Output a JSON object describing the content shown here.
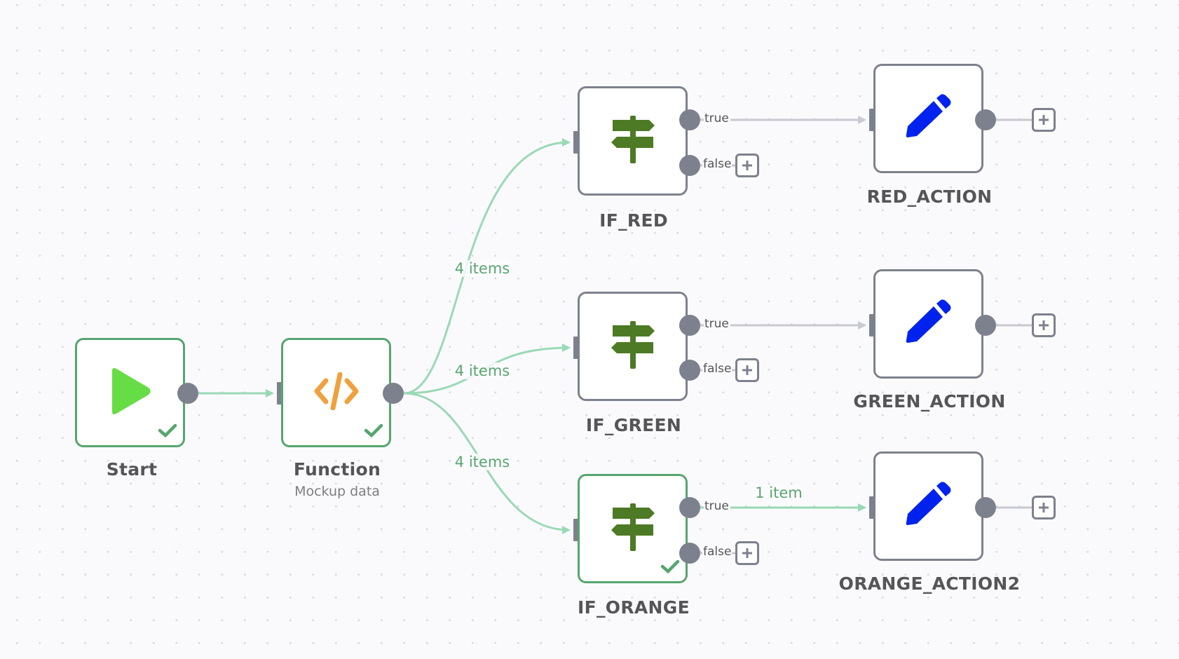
{
  "canvas": {
    "type": "workflow-editor",
    "colors": {
      "background": "#fafafd",
      "grid_dot": "#d7d8de",
      "node_border": "#7d818d",
      "node_border_success": "#56a56e",
      "edge_success": "#9ad9b5",
      "edge_idle": "#c8cad0",
      "edge_label": "#5aa56f",
      "start_icon": "#66dd44",
      "function_icon": "#f0a03c",
      "if_icon": "#4d7a24",
      "set_icon": "#0022ee"
    }
  },
  "nodes": [
    {
      "id": "start",
      "label": "Start",
      "subtitle": "",
      "icon": "play-icon",
      "executed": true
    },
    {
      "id": "function",
      "label": "Function",
      "subtitle": "Mockup data",
      "icon": "code-icon",
      "executed": true
    },
    {
      "id": "if_red",
      "label": "IF_RED",
      "subtitle": "",
      "icon": "signpost-icon",
      "executed": false,
      "outputs": [
        "true",
        "false"
      ]
    },
    {
      "id": "if_green",
      "label": "IF_GREEN",
      "subtitle": "",
      "icon": "signpost-icon",
      "executed": false,
      "outputs": [
        "true",
        "false"
      ]
    },
    {
      "id": "if_orange",
      "label": "IF_ORANGE",
      "subtitle": "",
      "icon": "signpost-icon",
      "executed": true,
      "outputs": [
        "true",
        "false"
      ]
    },
    {
      "id": "red_action",
      "label": "RED_ACTION",
      "subtitle": "",
      "icon": "pencil-icon",
      "executed": false
    },
    {
      "id": "green_action",
      "label": "GREEN_ACTION",
      "subtitle": "",
      "icon": "pencil-icon",
      "executed": false
    },
    {
      "id": "orange_action2",
      "label": "ORANGE_ACTION2",
      "subtitle": "",
      "icon": "pencil-icon",
      "executed": false
    }
  ],
  "port_labels": {
    "true": "true",
    "false": "false"
  },
  "edges": [
    {
      "from": "start",
      "to": "function",
      "label": "",
      "status": "success"
    },
    {
      "from": "function",
      "to": "if_red",
      "label": "4 items",
      "status": "success"
    },
    {
      "from": "function",
      "to": "if_green",
      "label": "4 items",
      "status": "success"
    },
    {
      "from": "function",
      "to": "if_orange",
      "label": "4 items",
      "status": "success"
    },
    {
      "from": "if_red",
      "output": "true",
      "to": "red_action",
      "label": "",
      "status": "idle"
    },
    {
      "from": "if_green",
      "output": "true",
      "to": "green_action",
      "label": "",
      "status": "idle"
    },
    {
      "from": "if_orange",
      "output": "true",
      "to": "orange_action2",
      "label": "1 item",
      "status": "success"
    }
  ],
  "add_buttons": {
    "symbol": "+"
  }
}
